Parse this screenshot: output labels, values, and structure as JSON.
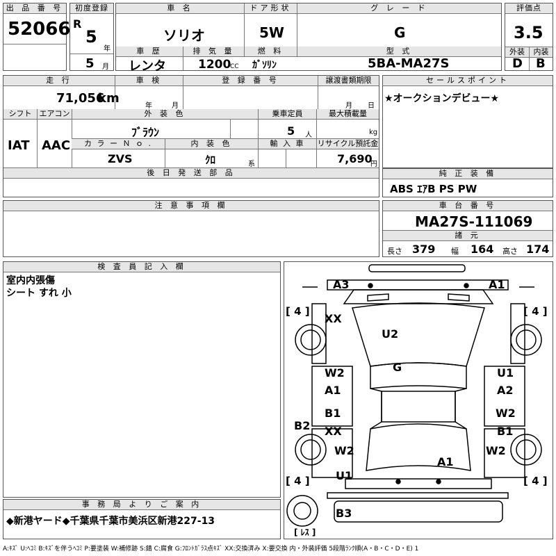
{
  "header": {
    "lot_label": "出 品 番 号",
    "lot": "52066",
    "first_reg_label": "初度登録",
    "era": "R",
    "year": "5",
    "year_unit": "年",
    "month": "5",
    "month_unit": "月",
    "name_label": "車 名",
    "name": "ソリオ",
    "door_label": "ドア形状",
    "door": "5W",
    "grade_label": "グ レ ー ド",
    "grade": "G",
    "score_label": "評価点",
    "score": "3.5",
    "history_label": "車 歴",
    "history": "レンタ",
    "displacement_label": "排 気 量",
    "displacement": "1200",
    "displacement_unit": "CC",
    "fuel_label": "燃 料",
    "fuel": "ｶﾞｿﾘﾝ",
    "model_label": "型 式",
    "model": "5BA-MA27S",
    "exterior_label": "外装",
    "exterior": "D",
    "interior_label": "内装",
    "interior": "B"
  },
  "row2": {
    "mileage_label": "走 行",
    "mileage": "71,056",
    "mileage_unit": "km",
    "inspection_label": "車 検",
    "insp_year_unit": "年",
    "insp_month_unit": "月",
    "plate_label": "登 録 番 号",
    "transfer_label": "譲渡書類期限",
    "tr_month_unit": "月",
    "tr_day_unit": "日",
    "shift_label": "シフト",
    "shift": "IAT",
    "ac_label": "エアコン",
    "ac": "AAC",
    "color_label": "外 装 色",
    "color": "ﾌﾞﾗｳﾝ",
    "capacity_label": "乗車定員",
    "capacity": "5",
    "capacity_unit": "人",
    "load_label": "最大積載量",
    "load_unit": "kg",
    "color_no_label": "カ ラ ー Ｎ ｏ .",
    "color_no": "ZVS",
    "int_color_label": "内 装 色",
    "int_color": "ｸﾛ",
    "int_color_unit": "系",
    "import_label": "輸 入 車",
    "recycle_label": "リサイクル預託金",
    "recycle": "7,690",
    "recycle_unit": "円",
    "later_parts_label": "後 日 発 送 部 品"
  },
  "sales": {
    "label": "セールスポイント",
    "text": "★オークションデビュー★"
  },
  "equipment": {
    "label": "純 正 装 備",
    "text": "ABS ｴｱB PS PW"
  },
  "notes": {
    "label": "注 意 事 項 欄"
  },
  "chassis": {
    "label": "車 台 番 号",
    "number": "MA27S-111069"
  },
  "dims": {
    "label": "諸 元",
    "length_label": "長さ",
    "length": "379",
    "width_label": "幅",
    "width": "164",
    "height_label": "高さ",
    "height": "174"
  },
  "inspector": {
    "label": "検 査 員 記 入 欄",
    "line1": "室内内張傷",
    "line2": "シート すれ 小"
  },
  "office": {
    "label": "事 務 局 よ り ご 案 内",
    "text": "◆新港ヤード◆千葉県千葉市美浜区新港227-13"
  },
  "diagram": {
    "marks": {
      "a3": "A3",
      "a1_top": "A1",
      "xx_tl": "XX",
      "u2": "U2",
      "g": "G",
      "w2_l": "W2",
      "a1_l": "A1",
      "u1_r": "U1",
      "a2_r": "A2",
      "b1_l": "B1",
      "xx_l": "XX",
      "w2_r": "W2",
      "b1_r": "B1",
      "b2": "B2",
      "w2_ll": "W2",
      "a1_c": "A1",
      "w2_rr": "W2",
      "u1_l": "U1",
      "b3": "B3"
    },
    "tire_tl": "[ 4 ]",
    "tire_tr": "[ 4 ]",
    "tire_bl": "[ 4 ]",
    "tire_br": "[ 4 ]",
    "spare": "[ ﾚｽ ]"
  },
  "legend": "A:ｷｽﾞ U:ﾍｺﾐ B:ｷｽﾞを伴うﾍｺﾐ P:要塗装 W:補修跡 S:錆 C:腐食 G:ﾌﾛﾝﾄｶﾞﾗｽ点ｷｽﾞ XX:交換済み X:要交換 内・外装評価 5段階ﾗﾝｸ順(A・B・C・D・E) 1"
}
